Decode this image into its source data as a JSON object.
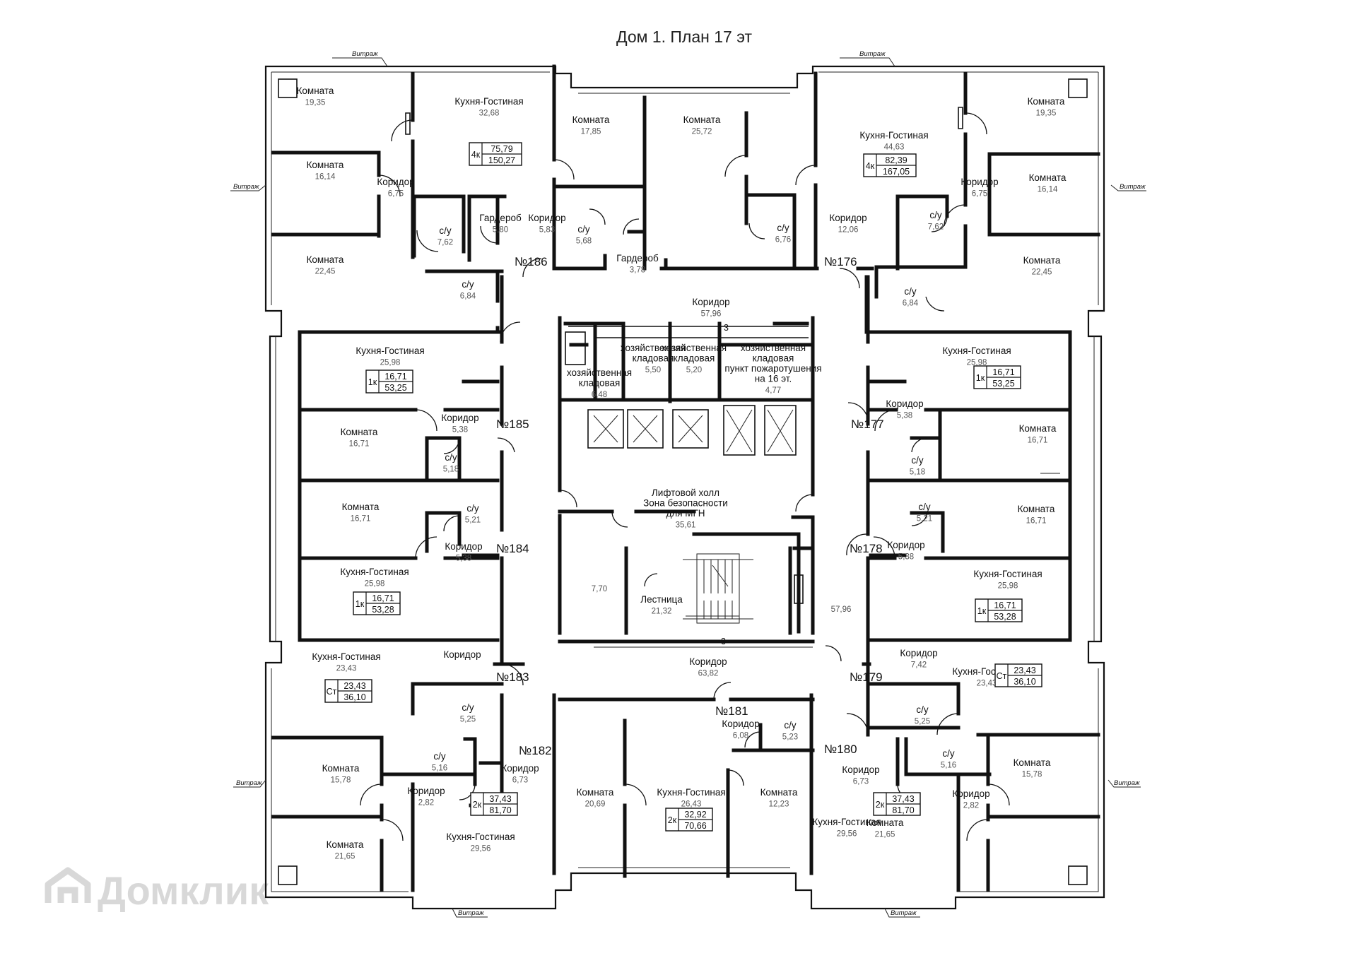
{
  "title": "Дом 1. План 17 эт",
  "watermark": "Домклик",
  "label_vitrazh": "Витраж",
  "apartments": [
    "№186",
    "№176",
    "№185",
    "№177",
    "№184",
    "№178",
    "№183",
    "№179",
    "№182",
    "№180",
    "№181"
  ],
  "rooms": [
    {
      "name": "Комната",
      "area": "19,35"
    },
    {
      "name": "Кухня-Гостиная",
      "area": "32,68"
    },
    {
      "name": "Комната",
      "area": "17,85"
    },
    {
      "name": "Комната",
      "area": "25,72"
    },
    {
      "name": "Кухня-Гостиная",
      "area": "44,63"
    },
    {
      "name": "Комната",
      "area": "19,35"
    },
    {
      "name": "Комната",
      "area": "16,14"
    },
    {
      "name": "Коридор",
      "area": "6,75"
    },
    {
      "name": "Коридор",
      "area": "6,75"
    },
    {
      "name": "Комната",
      "area": "16,14"
    },
    {
      "name": "с/у",
      "area": "7,62"
    },
    {
      "name": "Гардероб",
      "area": "5,80"
    },
    {
      "name": "Коридор",
      "area": "5,83"
    },
    {
      "name": "с/у",
      "area": "5,68"
    },
    {
      "name": "Гардероб",
      "area": "3,78"
    },
    {
      "name": "с/у",
      "area": "6,76"
    },
    {
      "name": "Коридор",
      "area": "12,06"
    },
    {
      "name": "с/у",
      "area": "7,62"
    },
    {
      "name": "Комната",
      "area": "22,45"
    },
    {
      "name": "Комната",
      "area": "22,45"
    },
    {
      "name": "с/у",
      "area": "6,84"
    },
    {
      "name": "с/у",
      "area": "6,84"
    },
    {
      "name": "Коридор",
      "area": "57,96"
    },
    {
      "name": "Кухня-Гостиная",
      "area": "25,98"
    },
    {
      "name": "Кухня-Гостиная",
      "area": "25,98"
    },
    {
      "name": "хозяйственная кладовая",
      "area": "6,48"
    },
    {
      "name": "хозяйственная кладовая",
      "area": "5,50"
    },
    {
      "name": "хозяйственная кладовая",
      "area": "5,20"
    },
    {
      "name": "хозяйственная кладовая пункт пожаротушения на 16 эт.",
      "area": "4,77"
    },
    {
      "name": "Коридор",
      "area": "5,38"
    },
    {
      "name": "Коридор",
      "area": "5,38"
    },
    {
      "name": "Комната",
      "area": "16,71"
    },
    {
      "name": "Комната",
      "area": "16,71"
    },
    {
      "name": "с/у",
      "area": "5,18"
    },
    {
      "name": "с/у",
      "area": "5,18"
    },
    {
      "name": "Лифтовой холл Зона безопасности для МГН",
      "area": "35,61"
    },
    {
      "name": "Комната",
      "area": "16,71"
    },
    {
      "name": "Комната",
      "area": "16,71"
    },
    {
      "name": "с/у",
      "area": "5,21"
    },
    {
      "name": "с/у",
      "area": "5,21"
    },
    {
      "name": "Коридор",
      "area": "5,38"
    },
    {
      "name": "Коридор",
      "area": "5,38"
    },
    {
      "name": "Кухня-Гостиная",
      "area": "25,98"
    },
    {
      "name": "Кухня-Гостиная",
      "area": "25,98"
    },
    {
      "name": "",
      "area": "7,70"
    },
    {
      "name": "Лестница",
      "area": "21,32"
    },
    {
      "name": "",
      "area": "57,96"
    },
    {
      "name": "Кухня-Гостиная",
      "area": "23,43"
    },
    {
      "name": "Коридор",
      "area": ""
    },
    {
      "name": "Коридор",
      "area": "7,42"
    },
    {
      "name": "Коридор",
      "area": "63,82"
    },
    {
      "name": "Кухня-Гостиная",
      "area": "23,43"
    },
    {
      "name": "с/у",
      "area": "5,25"
    },
    {
      "name": "с/у",
      "area": "5,25"
    },
    {
      "name": "Коридор",
      "area": "6,08"
    },
    {
      "name": "с/у",
      "area": "5,23"
    },
    {
      "name": "Комната",
      "area": "15,78"
    },
    {
      "name": "с/у",
      "area": "5,16"
    },
    {
      "name": "Коридор",
      "area": "6,73"
    },
    {
      "name": "Коридор",
      "area": "6,73"
    },
    {
      "name": "с/у",
      "area": "5,16"
    },
    {
      "name": "Комната",
      "area": "15,78"
    },
    {
      "name": "Коридор",
      "area": "2,82"
    },
    {
      "name": "Комната",
      "area": "20,69"
    },
    {
      "name": "Кухня-Гостиная",
      "area": "26,43"
    },
    {
      "name": "Комната",
      "area": "12,23"
    },
    {
      "name": "Коридор",
      "area": "2,82"
    },
    {
      "name": "Кухня-Гостиная",
      "area": "29,56"
    },
    {
      "name": "Кухня-Гостиная",
      "area": "29,56"
    },
    {
      "name": "Комната",
      "area": "21,65"
    },
    {
      "name": "Комната",
      "area": "21,65"
    }
  ],
  "apartment_boxes": [
    {
      "type": "4к",
      "living": "75,79",
      "total": "150,27"
    },
    {
      "type": "4к",
      "living": "82,39",
      "total": "167,05"
    },
    {
      "type": "1к",
      "living": "16,71",
      "total": "53,25"
    },
    {
      "type": "1к",
      "living": "16,71",
      "total": "53,25"
    },
    {
      "type": "1к",
      "living": "16,71",
      "total": "53,28"
    },
    {
      "type": "1к",
      "living": "16,71",
      "total": "53,28"
    },
    {
      "type": "Ст",
      "living": "23,43",
      "total": "36,10"
    },
    {
      "type": "Ст",
      "living": "23,43",
      "total": "36,10"
    },
    {
      "type": "2к",
      "living": "37,43",
      "total": "81,70"
    },
    {
      "type": "2к",
      "living": "37,43",
      "total": "81,70"
    },
    {
      "type": "2к",
      "living": "32,92",
      "total": "70,66"
    }
  ],
  "corridor_marks": [
    "3",
    "3"
  ]
}
